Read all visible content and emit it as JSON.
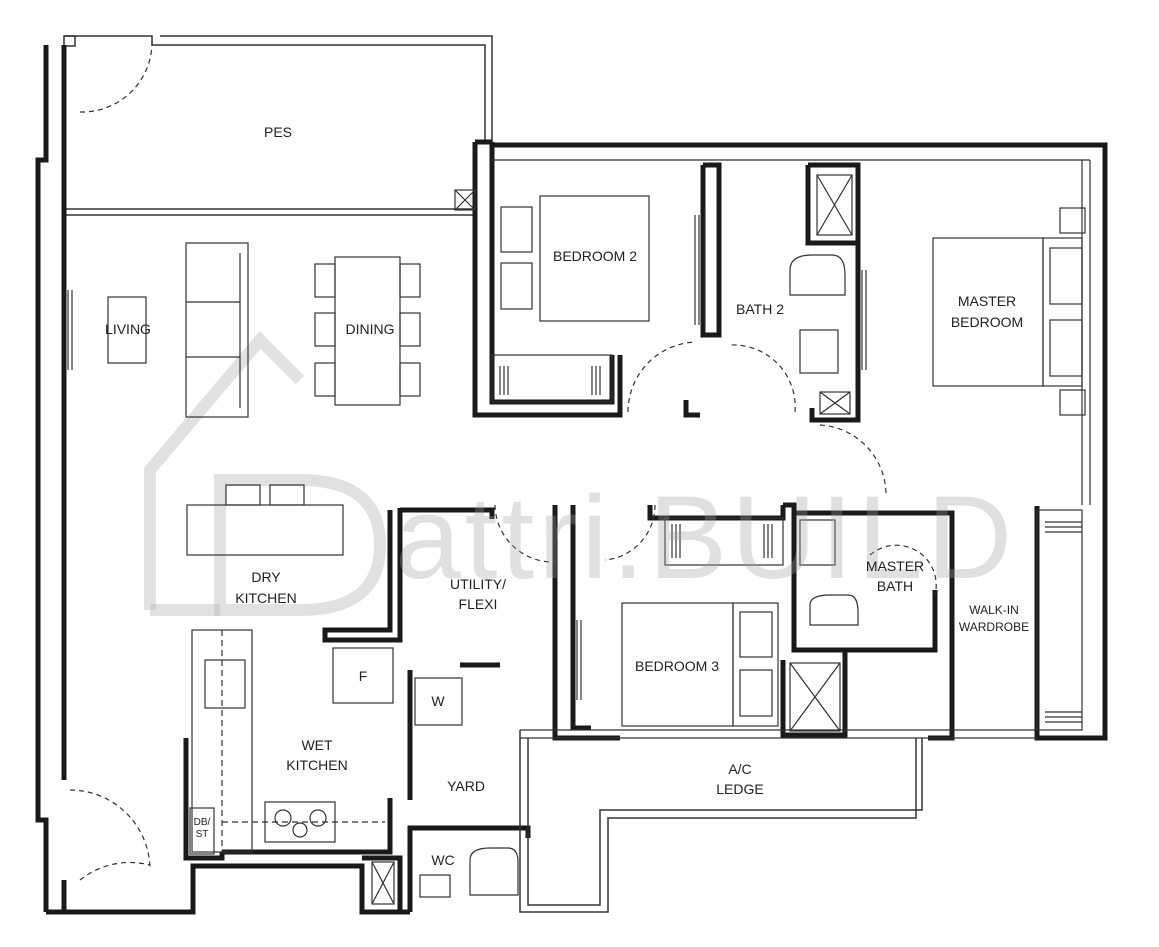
{
  "watermark": {
    "brand": "attri.BUILD",
    "color": "#a0a0a0"
  },
  "colors": {
    "wall": "#1a1a1a",
    "line": "#333333",
    "background": "#ffffff"
  },
  "rooms": {
    "pes": "PES",
    "living": "LIVING",
    "dining": "DINING",
    "bedroom2": "BEDROOM 2",
    "bath2": "BATH 2",
    "master_bedroom_1": "MASTER",
    "master_bedroom_2": "BEDROOM",
    "dry_kitchen_1": "DRY",
    "dry_kitchen_2": "KITCHEN",
    "utility_1": "UTILITY/",
    "utility_2": "FLEXI",
    "bedroom3": "BEDROOM 3",
    "master_bath_1": "MASTER",
    "master_bath_2": "BATH",
    "walkin_1": "WALK-IN",
    "walkin_2": "WARDROBE",
    "fridge": "F",
    "washer": "W",
    "wet_kitchen_1": "WET",
    "wet_kitchen_2": "KITCHEN",
    "yard": "YARD",
    "ac_ledge_1": "A/C",
    "ac_ledge_2": "LEDGE",
    "dbst_1": "DB/",
    "dbst_2": "ST",
    "wc": "WC"
  }
}
